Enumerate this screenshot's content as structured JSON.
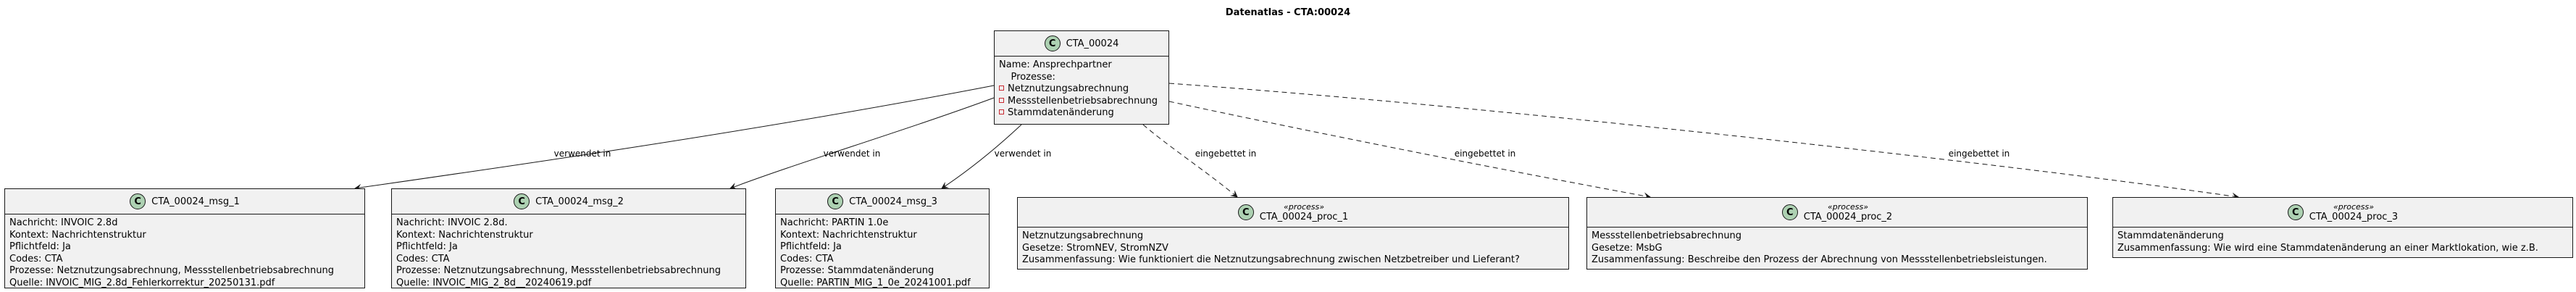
{
  "diagram": {
    "title": "Datenatlas - CTA:00024",
    "class_icon_letter": "C",
    "colors": {
      "box_fill": "#f1f1f1",
      "box_border": "#181818",
      "circle_fill": "#add1b2",
      "edge": "#181818",
      "private_marker": "#c82930"
    },
    "main_class": {
      "name": "CTA_00024",
      "fields": [
        {
          "text": "Name: Ansprechpartner",
          "marker": false
        },
        {
          "text": "Prozesse:",
          "marker": false
        },
        {
          "text": "Netznutzungsabrechnung",
          "marker": true
        },
        {
          "text": "Messstellenbetriebsabrechnung",
          "marker": true
        },
        {
          "text": "Stammdatenänderung",
          "marker": true
        }
      ]
    },
    "messages": [
      {
        "name": "CTA_00024_msg_1",
        "fields": [
          "Nachricht: INVOIC 2.8d",
          "Kontext: Nachrichtenstruktur",
          "Pflichtfeld: Ja",
          "Codes: CTA",
          "Prozesse: Netznutzungsabrechnung, Messstellenbetriebsabrechnung",
          "Quelle: INVOIC_MIG_2.8d_Fehlerkorrektur_20250131.pdf"
        ]
      },
      {
        "name": "CTA_00024_msg_2",
        "fields": [
          "Nachricht: INVOIC 2.8d.",
          "Kontext: Nachrichtenstruktur",
          "Pflichtfeld: Ja",
          "Codes: CTA",
          "Prozesse: Netznutzungsabrechnung, Messstellenbetriebsabrechnung",
          "Quelle: INVOIC_MIG_2_8d__20240619.pdf"
        ]
      },
      {
        "name": "CTA_00024_msg_3",
        "fields": [
          "Nachricht: PARTIN 1.0e",
          "Kontext: Nachrichtenstruktur",
          "Pflichtfeld: Ja",
          "Codes: CTA",
          "Prozesse: Stammdatenänderung",
          "Quelle: PARTIN_MIG_1_0e_20241001.pdf"
        ]
      }
    ],
    "processes": [
      {
        "name": "CTA_00024_proc_1",
        "stereotype": "«process»",
        "fields": [
          "Netznutzungsabrechnung",
          "Gesetze: StromNEV, StromNZV",
          "Zusammenfassung: Wie funktioniert die Netznutzungsabrechnung zwischen Netzbetreiber und Lieferant?"
        ]
      },
      {
        "name": "CTA_00024_proc_2",
        "stereotype": "«process»",
        "fields": [
          "Messstellenbetriebsabrechnung",
          "Gesetze: MsbG",
          "Zusammenfassung: Beschreibe den Prozess der Abrechnung von Messstellenbetriebsleistungen."
        ]
      },
      {
        "name": "CTA_00024_proc_3",
        "stereotype": "«process»",
        "fields": [
          "Stammdatenänderung",
          "Zusammenfassung: Wie wird eine Stammdatenänderung an einer Marktlokation, wie z.B."
        ]
      }
    ],
    "edge_labels": {
      "uses": "verwendet in",
      "embedded": "eingebettet in"
    }
  }
}
